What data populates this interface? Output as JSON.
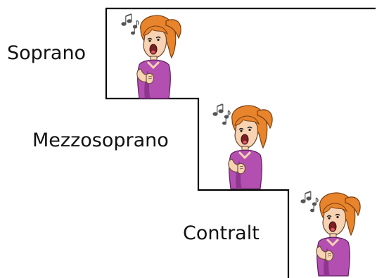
{
  "diagram": {
    "steps": [
      {
        "label": "Soprano",
        "icon": "singing-woman-icon"
      },
      {
        "label": "Mezzosoprano",
        "icon": "singing-woman-icon"
      },
      {
        "label": "Contralt",
        "icon": "singing-woman-icon"
      }
    ],
    "colors": {
      "line": "#000000",
      "hair": "#e8842c",
      "hair_shade": "#c8641a",
      "skin": "#f7d3b4",
      "dress": "#b34fb0",
      "dress_shade": "#8e3590",
      "mouth": "#7a1f22",
      "notes": "#555555",
      "text": "#111111"
    }
  }
}
